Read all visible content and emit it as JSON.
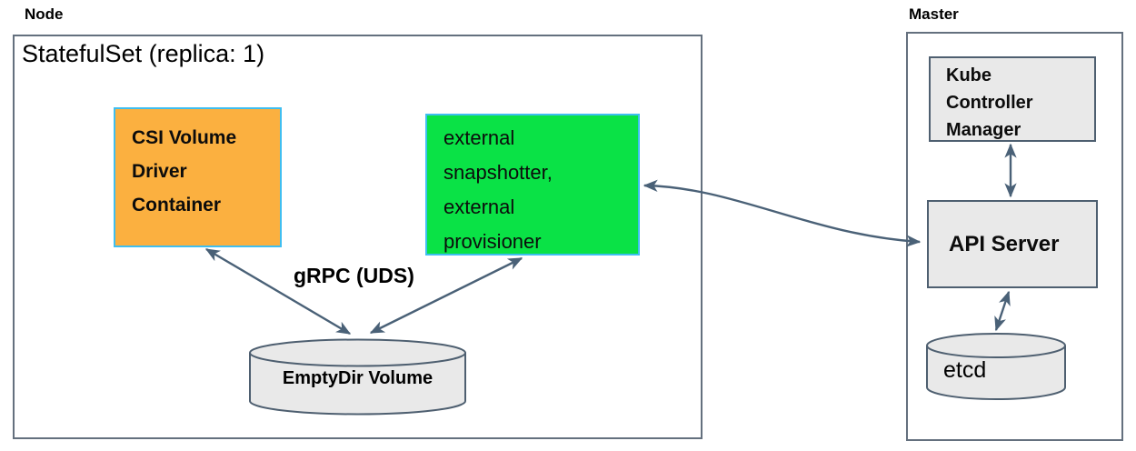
{
  "node": {
    "label": "Node",
    "statefulset_title": "StatefulSet (replica: 1)",
    "csi_box": {
      "label": "CSI Volume\nDriver\nContainer"
    },
    "sidecar_box": {
      "label": "external\nsnapshotter,\nexternal\nprovisioner"
    },
    "grpc_label": "gRPC (UDS)",
    "emptydir": {
      "label": "EmptyDir Volume"
    }
  },
  "master": {
    "label": "Master",
    "kcm_box": {
      "label": "Kube\nController\nManager"
    },
    "api_server_box": {
      "label": "API Server"
    },
    "etcd": {
      "label": "etcd"
    }
  },
  "colors": {
    "csi_fill": "#fbb040",
    "sidecar_fill": "#0ae246",
    "colored_box_border": "#3fbef0",
    "gray_fill": "#e9e9e9",
    "arrow": "#4a6177",
    "outer_border": "#64707e",
    "inner_border": "#4e5f70"
  }
}
